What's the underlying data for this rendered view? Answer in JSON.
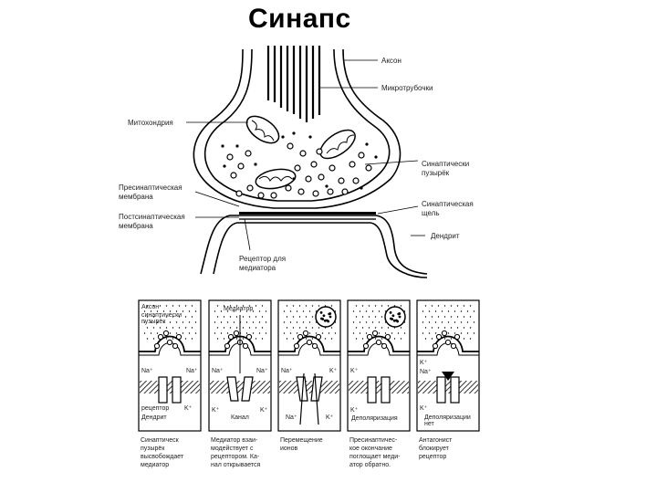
{
  "title": "Синапс",
  "main_labels": {
    "axon": "Аксон",
    "microtubules": "Микротрубочки",
    "mitochondria": "Митохондрия",
    "vesicle": [
      "Синаптически",
      "пузырёк"
    ],
    "presyn": [
      "Пресинаптическая",
      "мембрана"
    ],
    "postsyn": [
      "Постсинаптическая",
      "мембрана"
    ],
    "cleft": [
      "Синаптическая",
      "щель"
    ],
    "dendrite": "Дендрит",
    "receptor": [
      "Рецептор для",
      "медиатора"
    ]
  },
  "panels": [
    {
      "labels": {
        "axon": "Аксон",
        "vesicle": [
          "синаптически",
          "пузырёк"
        ],
        "na1": "Na⁺",
        "na2": "Na⁺",
        "receptor": "рецептор",
        "k": "K⁺",
        "dendrite": "Дендрит"
      },
      "caption": [
        "Синаптическ",
        "пузырёк",
        "высвобождает",
        "медиатор"
      ]
    },
    {
      "labels": {
        "mediator": "Медиатор",
        "na1": "Na⁺",
        "na2": "Na⁺",
        "k1": "K⁺",
        "k2": "K⁺",
        "channel": "Канал"
      },
      "caption": [
        "Медиатор взаи-",
        "модействует с",
        "рецептором. Ка-",
        "нал открывается"
      ]
    },
    {
      "labels": {
        "na1": "Na⁺",
        "k1": "K⁺",
        "na2": "Na⁺",
        "k2": "K⁺"
      },
      "caption": [
        "Перемещение",
        "ионов"
      ]
    },
    {
      "labels": {
        "k1": "K⁺",
        "k2": "K⁺",
        "depol": "Деполяризация"
      },
      "caption": [
        "Пресинаптичес-",
        "кое окончание",
        "поглощает меди-",
        "атор обратно."
      ]
    },
    {
      "labels": {
        "k1": "K⁺",
        "na": "Na⁺",
        "k2": "K⁺",
        "depol": [
          "Деполяризации",
          "нет"
        ]
      },
      "caption": [
        "Антагонист",
        "блокирует",
        "рецептор"
      ]
    }
  ]
}
